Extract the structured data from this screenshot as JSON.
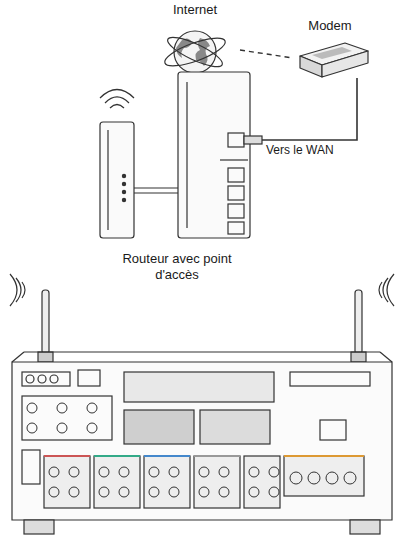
{
  "diagram": {
    "nodes": [
      {
        "text": [
          "Internet"
        ]
      },
      {
        "text": [
          "Modem"
        ]
      },
      {
        "text": [
          "Routeur avec point d'accès"
        ]
      }
    ],
    "edges": [
      {
        "from": 0,
        "to": 1,
        "arrow": "none"
      },
      {
        "from": 1,
        "to": 2,
        "arrow": "none"
      }
    ],
    "labels": [
      "Vers le WAN"
    ]
  }
}
